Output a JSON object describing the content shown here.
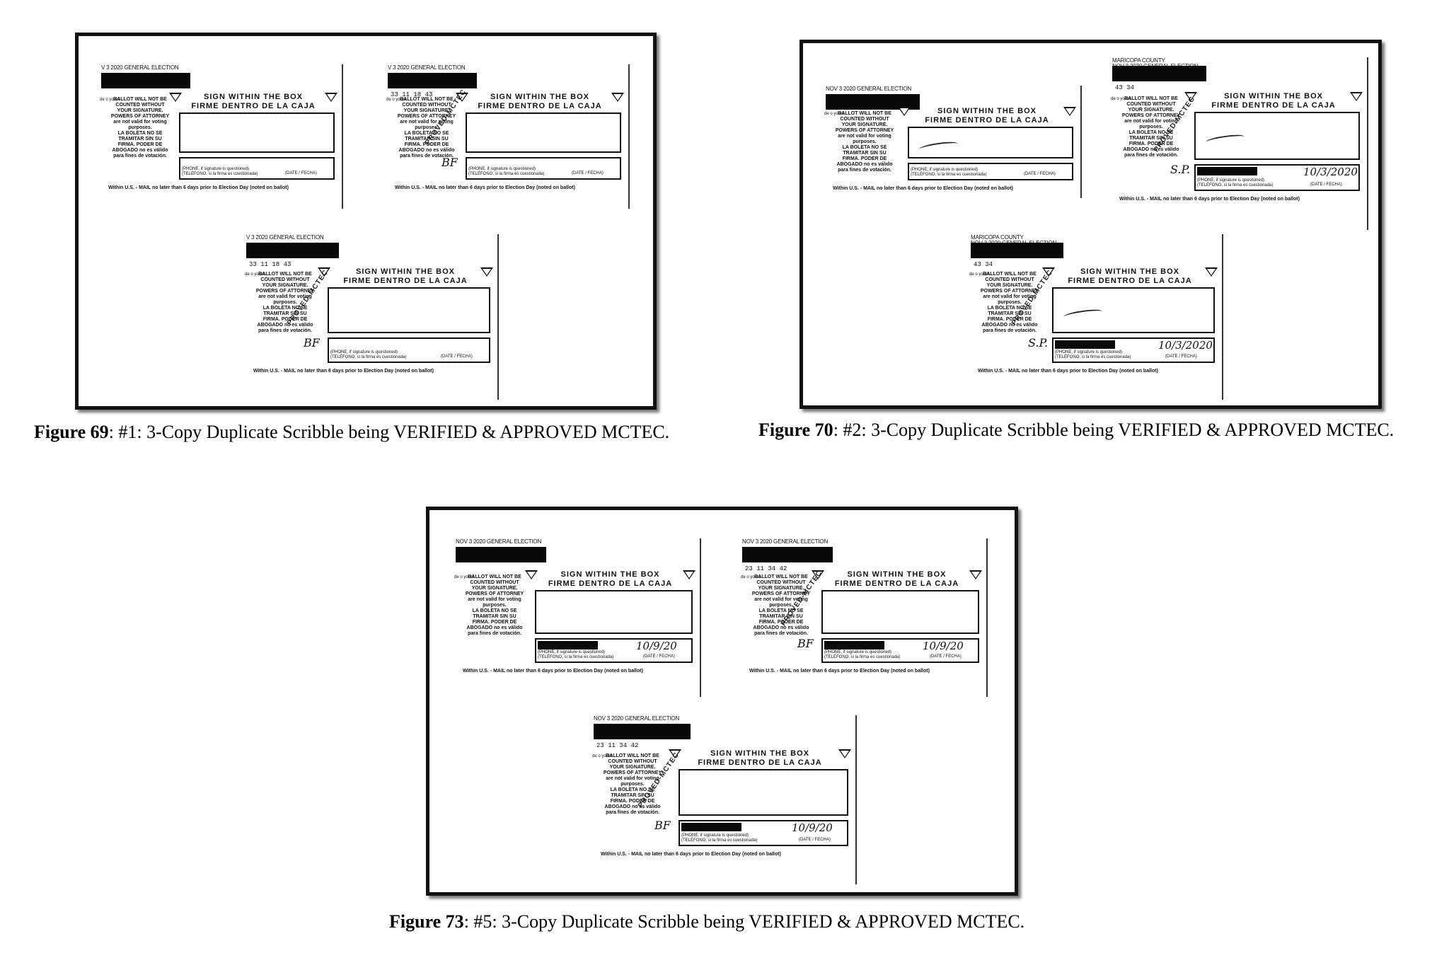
{
  "envelope_text": {
    "header_2020": "V 3 2020 GENERAL ELECTION",
    "maricopa_county": "MARICOPA COUNTY",
    "nov_header": "NOV 3 2020 GENERAL ELECTION",
    "sign_line1": "SIGN WITHIN THE BOX",
    "sign_line2": "FIRME DENTRO DE LA CAJA",
    "note_en": "BALLOT WILL NOT BE COUNTED WITHOUT YOUR SIGNATURE. POWERS OF ATTORNEY are not valid for voting purposes.",
    "note_es": "LA BOLETA NO SE TRAMITAR SIN SU FIRMA. PODER DE ABOGADO no es válido para fines de votación.",
    "phone_label": "(PHONE, if signature is questioned) (TELÉFONO, si la firma es cuestionada)",
    "date_label": "(DATE / FECHA)",
    "footer": "Within U.S. - MAIL no later than 6 days prior to Election Day (noted on ballot)",
    "stamp": "PROVED-MCTEC",
    "serial_a": "33 11 18 43",
    "serial_b": "43 34",
    "serial_c": "23 11 34 42"
  },
  "figures": [
    {
      "id": "fig69",
      "caption_label": "Figure 69",
      "caption_text": ": #1: 3-Copy Duplicate Scribble being VERIFIED & APPROVED MCTEC.",
      "envelopes": [
        {
          "date": "",
          "serial": "",
          "initials": ""
        },
        {
          "date": "",
          "serial": "33 11 18 43",
          "initials": "BF"
        },
        {
          "date": "",
          "serial": "33 11 18 43",
          "initials": "BF"
        }
      ]
    },
    {
      "id": "fig70",
      "caption_label": "Figure 70",
      "caption_text": ": #2: 3-Copy Duplicate Scribble being VERIFIED & APPROVED MCTEC.",
      "envelopes": [
        {
          "date": "",
          "serial": "",
          "initials": ""
        },
        {
          "date": "10/3/2020",
          "serial": "43 34",
          "initials": "S.P."
        },
        {
          "date": "10/3/2020",
          "serial": "43 34",
          "initials": "S.P."
        }
      ]
    },
    {
      "id": "fig73",
      "caption_label": "Figure 73",
      "caption_text": ": #5: 3-Copy Duplicate Scribble being VERIFIED & APPROVED MCTEC.",
      "envelopes": [
        {
          "date": "10/9/20",
          "serial": "",
          "initials": ""
        },
        {
          "date": "10/9/20",
          "serial": "23 11 34 42",
          "initials": "BF"
        },
        {
          "date": "10/9/20",
          "serial": "23 11 34 42",
          "initials": "BF"
        }
      ]
    }
  ]
}
